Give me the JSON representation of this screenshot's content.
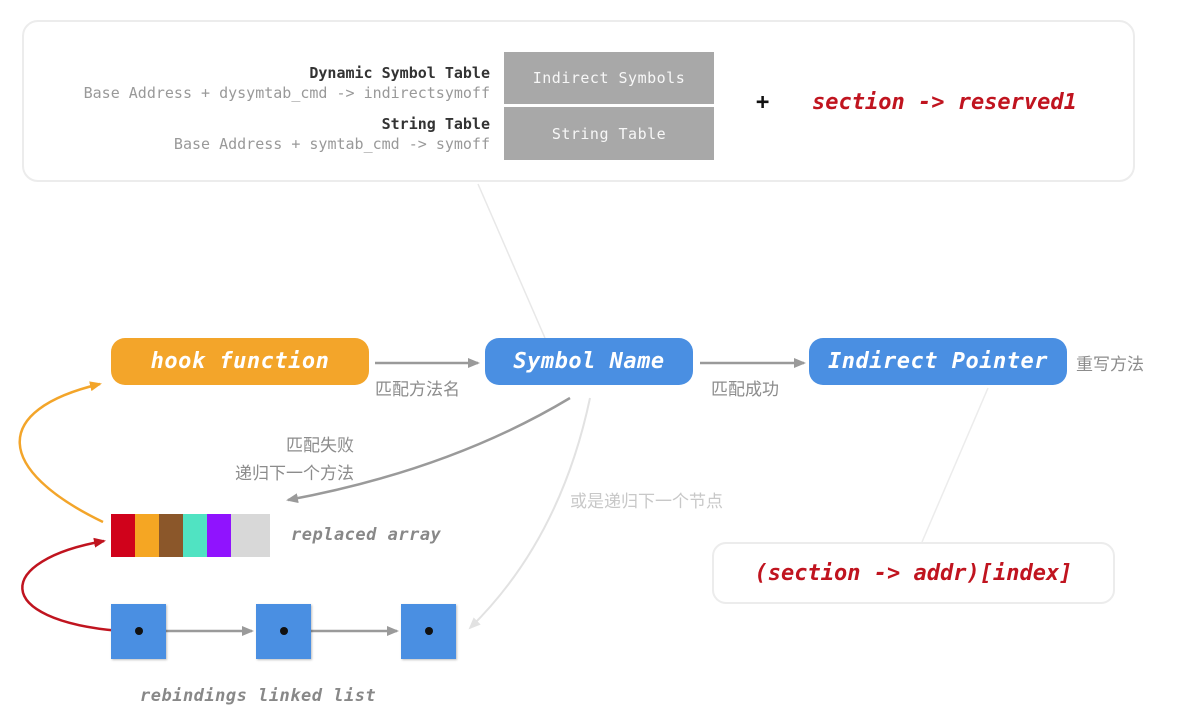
{
  "top_panel": {
    "dynamic_symbol_table_label": "Dynamic Symbol Table",
    "dynamic_symbol_table_formula": "Base Address + dysymtab_cmd -> indirectsymoff",
    "string_table_label": "String Table",
    "string_table_formula": "Base Address + symtab_cmd -> symoff",
    "indirect_symbols_box": "Indirect Symbols",
    "string_table_box": "String Table",
    "plus": "+",
    "reserved1": "section -> reserved1"
  },
  "flow": {
    "hook_function": "hook function",
    "symbol_name": "Symbol Name",
    "indirect_pointer": "Indirect Pointer",
    "match_method_name": "匹配方法名",
    "match_success": "匹配成功",
    "rewrite_method": "重写方法",
    "match_fail": "匹配失败",
    "recurse_next_method": "递归下一个方法",
    "or_recurse_next_node": "或是递归下一个节点"
  },
  "replaced_array": {
    "label": "replaced array",
    "colors": [
      "#d0021b",
      "#f5a623",
      "#8b572a",
      "#50e3c2",
      "#9013fe",
      "#d8d8d8"
    ]
  },
  "address_expression": "(section -> addr)[index]",
  "linked_list": {
    "label": "rebindings linked list",
    "node_count": 3
  },
  "colors": {
    "accent_blue": "#4a8fe2",
    "accent_orange": "#f3a52a",
    "accent_red": "#c0141f",
    "gray_box": "#a8a8a8"
  }
}
